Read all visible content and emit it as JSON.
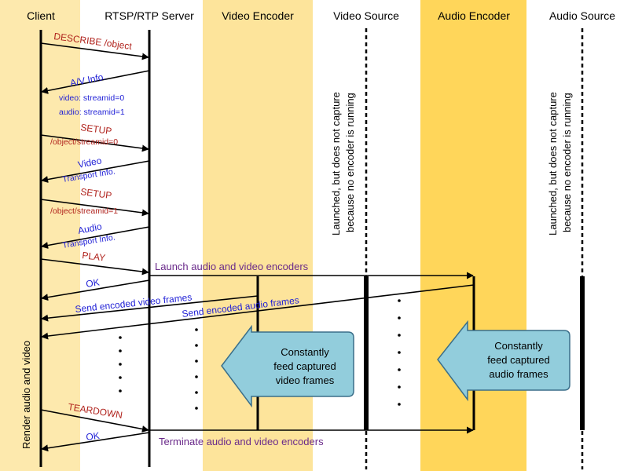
{
  "colors": {
    "client_band": "#fde9ad",
    "encoder_band": "#fde49b",
    "audio_encoder_band": "#ffd65a",
    "callout_fill": "#92cddc",
    "callout_stroke": "#3b6f8a",
    "request_text": "#b0221c",
    "response_text": "#1f1fd6",
    "control_text": "#6a2a8a"
  },
  "lanes": {
    "client": "Client",
    "rtsp_server": "RTSP/RTP Server",
    "video_encoder": "Video Encoder",
    "video_source": "Video Source",
    "audio_encoder": "Audio Encoder",
    "audio_source": "Audio Source"
  },
  "messages": {
    "describe": "DESCRIBE /object",
    "av_info": "A/V Info.",
    "video_streamid": "video: streamid=0",
    "audio_streamid": "audio: streamid=1",
    "setup_video": "SETUP",
    "setup_video_path": "/object/streamid=0",
    "video_transport": "Video",
    "video_transport_sub": "Transport Info.",
    "setup_audio": "SETUP",
    "setup_audio_path": "/object/streamid=1",
    "audio_transport": "Audio",
    "audio_transport_sub": "Transport Info.",
    "play": "PLAY",
    "launch": "Launch audio and video encoders",
    "ok_play": "OK",
    "send_video": "Send encoded video frames",
    "send_audio": "Send encoded audio frames",
    "teardown": "TEARDOWN",
    "ok_teardown": "OK",
    "terminate": "Terminate audio and video encoders"
  },
  "notes": {
    "render": "Render audio and video",
    "video_source_line1": "Launched, but does not capture",
    "video_source_line2": "because no encoder is running",
    "audio_source_line1": "Launched, but does not capture",
    "audio_source_line2": "because no encoder is running"
  },
  "callouts": {
    "video": [
      "Constantly",
      "feed captured",
      "video frames"
    ],
    "audio": [
      "Constantly",
      "feed captured",
      "audio frames"
    ]
  },
  "icons": {
    "arrowhead": "filled-triangle",
    "callout": "left-arrow-callout"
  }
}
